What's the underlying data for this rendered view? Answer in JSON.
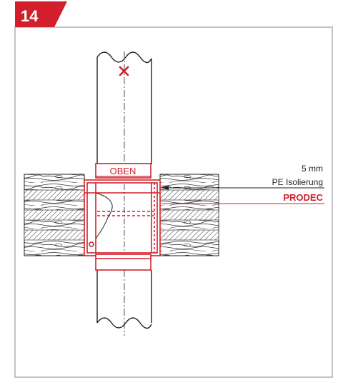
{
  "step_number": "14",
  "labels": {
    "top_tag": "OBEN",
    "thickness": "5 mm",
    "insulation": "PE Isolierung",
    "product": "PRODEC"
  },
  "colors": {
    "accent": "#d21f2b",
    "outline": "#222222",
    "frame": "#b0b0b0",
    "background": "#ffffff"
  },
  "icons": {
    "cross_mark": "x-mark-icon"
  }
}
